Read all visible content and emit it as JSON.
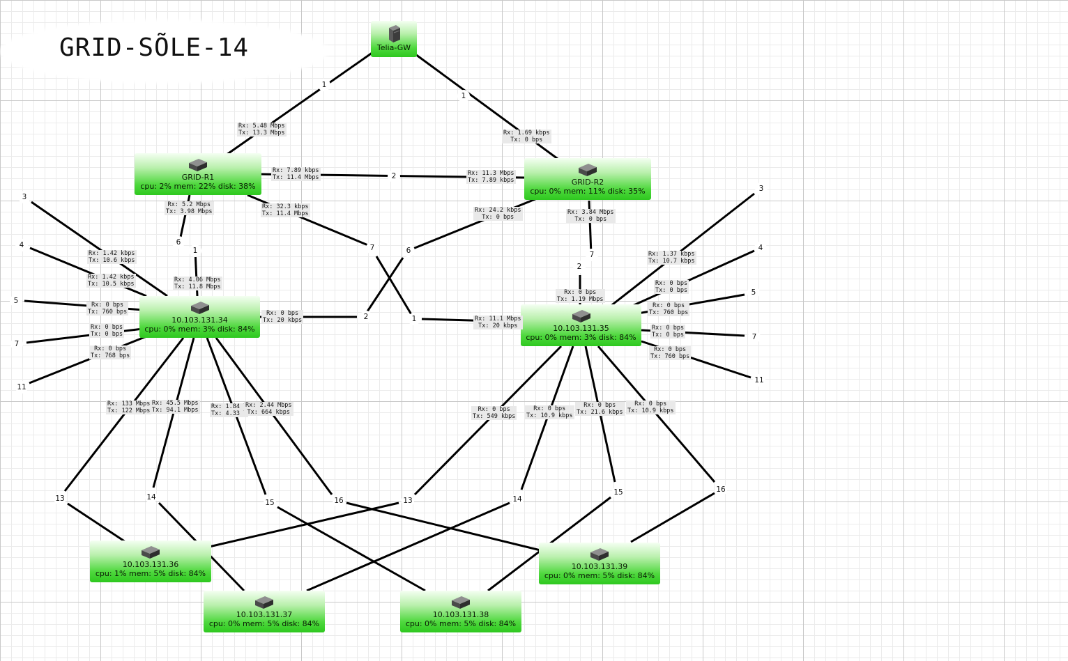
{
  "title": "GRID-SÕLE-14",
  "gateway": {
    "name": "Telia-GW",
    "icon": "server-icon"
  },
  "routers": {
    "r1": {
      "name": "GRID-R1",
      "stats": "cpu: 2% mem: 22% disk: 38%"
    },
    "r2": {
      "name": "GRID-R2",
      "stats": "cpu: 0% mem: 11% disk: 35%"
    }
  },
  "switches": {
    "s34": {
      "name": "10.103.131.34",
      "stats": "cpu: 0% mem: 3% disk: 84%"
    },
    "s35": {
      "name": "10.103.131.35",
      "stats": "cpu: 0% mem: 3% disk: 84%"
    }
  },
  "hosts": {
    "h36": {
      "name": "10.103.131.36",
      "stats": "cpu: 1% mem: 5% disk: 84%"
    },
    "h37": {
      "name": "10.103.131.37",
      "stats": "cpu: 0% mem: 5% disk: 84%"
    },
    "h38": {
      "name": "10.103.131.38",
      "stats": "cpu: 0% mem: 5% disk: 84%"
    },
    "h39": {
      "name": "10.103.131.39",
      "stats": "cpu: 0% mem: 5% disk: 84%"
    }
  },
  "traffic": {
    "gw_r1": "Rx: 5.48 Mbps\nTx: 13.3 Mbps",
    "gw_r2": "Rx: 1.69 kbps\nTx: 0 bps",
    "r1_r2_a": "Rx: 7.89 kbps\nTx: 11.4 Mbps",
    "r1_r2_b": "Rx: 11.3 Mbps\nTx: 7.89 kbps",
    "r1_s34_r": "Rx: 5.2 Mbps\nTx: 3.98 Mbps",
    "r1_s35": "Rx: 32.3 kbps\nTx: 11.4 Mbps",
    "r2_s34": "Rx: 24.2 kbps\nTx: 0 bps",
    "r2_s35_r": "Rx: 3.84 Mbps\nTx: 0 bps",
    "s34_p3": "Rx: 1.42 kbps\nTx: 10.6 kbps",
    "s34_p4": "Rx: 1.42 kbps\nTx: 10.5 kbps",
    "s34_r1": "Rx: 4.06 Mbps\nTx: 11.8 Mbps",
    "s34_p5": "Rx: 0 bps\nTx: 760 bps",
    "s34_p7": "Rx: 0 bps\nTx: 0 bps",
    "s34_p11": "Rx: 0 bps\nTx: 768 bps",
    "s34_r2": "Rx: 0 bps\nTx: 20 kbps",
    "s35_r1": "Rx: 11.1 Mbps\nTx: 20 kbps",
    "s35_r2": "Rx: 0 bps\nTx: 1.19 Mbps",
    "s35_p3": "Rx: 1.37 kbps\nTx: 10.7 kbps",
    "s35_p4": "Rx: 0 bps\nTx: 0 bps",
    "s35_p5": "Rx: 0 bps\nTx: 760 bps",
    "s35_p7": "Rx: 0 bps\nTx: 0 bps",
    "s35_p11": "Rx: 0 bps\nTx: 760 bps",
    "s34_p13": "Rx: 133 Mbps\nTx: 122 Mbps",
    "s34_p14": "Rx: 45.5 Mbps\nTx: 94.1 Mbps",
    "s34_p15": "Rx: 1.84 l\nTx: 4.33 l",
    "s34_p16": "Rx: 2.44 Mbps\nTx: 664 kbps",
    "s35_p13": "Rx: 0 bps\nTx: 549 kbps",
    "s35_p14": "Rx: 0 bps\nTx: 10.9 kbps",
    "s35_p15": "Rx: 0 bps\nTx: 21.6 kbps",
    "s35_p16": "Rx: 0 bps\nTx: 10.9 kbps"
  },
  "ports": {
    "gw_left": "1",
    "gw_right": "1",
    "r1_r2_mid": "2",
    "r1_down6": "6",
    "r1_down1": "1",
    "mid7": "7",
    "mid6": "6",
    "mid2": "2",
    "mid1": "1",
    "r2_down7": "7",
    "r2_down2": "2",
    "left3": "3",
    "left4": "4",
    "left5": "5",
    "left7": "7",
    "left11": "11",
    "right3": "3",
    "right4": "4",
    "right5": "5",
    "right7": "7",
    "right11": "11",
    "b13a": "13",
    "b14a": "14",
    "b15a": "15",
    "b16a": "16",
    "b13b": "13",
    "b14b": "14",
    "b15b": "15",
    "b16b": "16"
  }
}
